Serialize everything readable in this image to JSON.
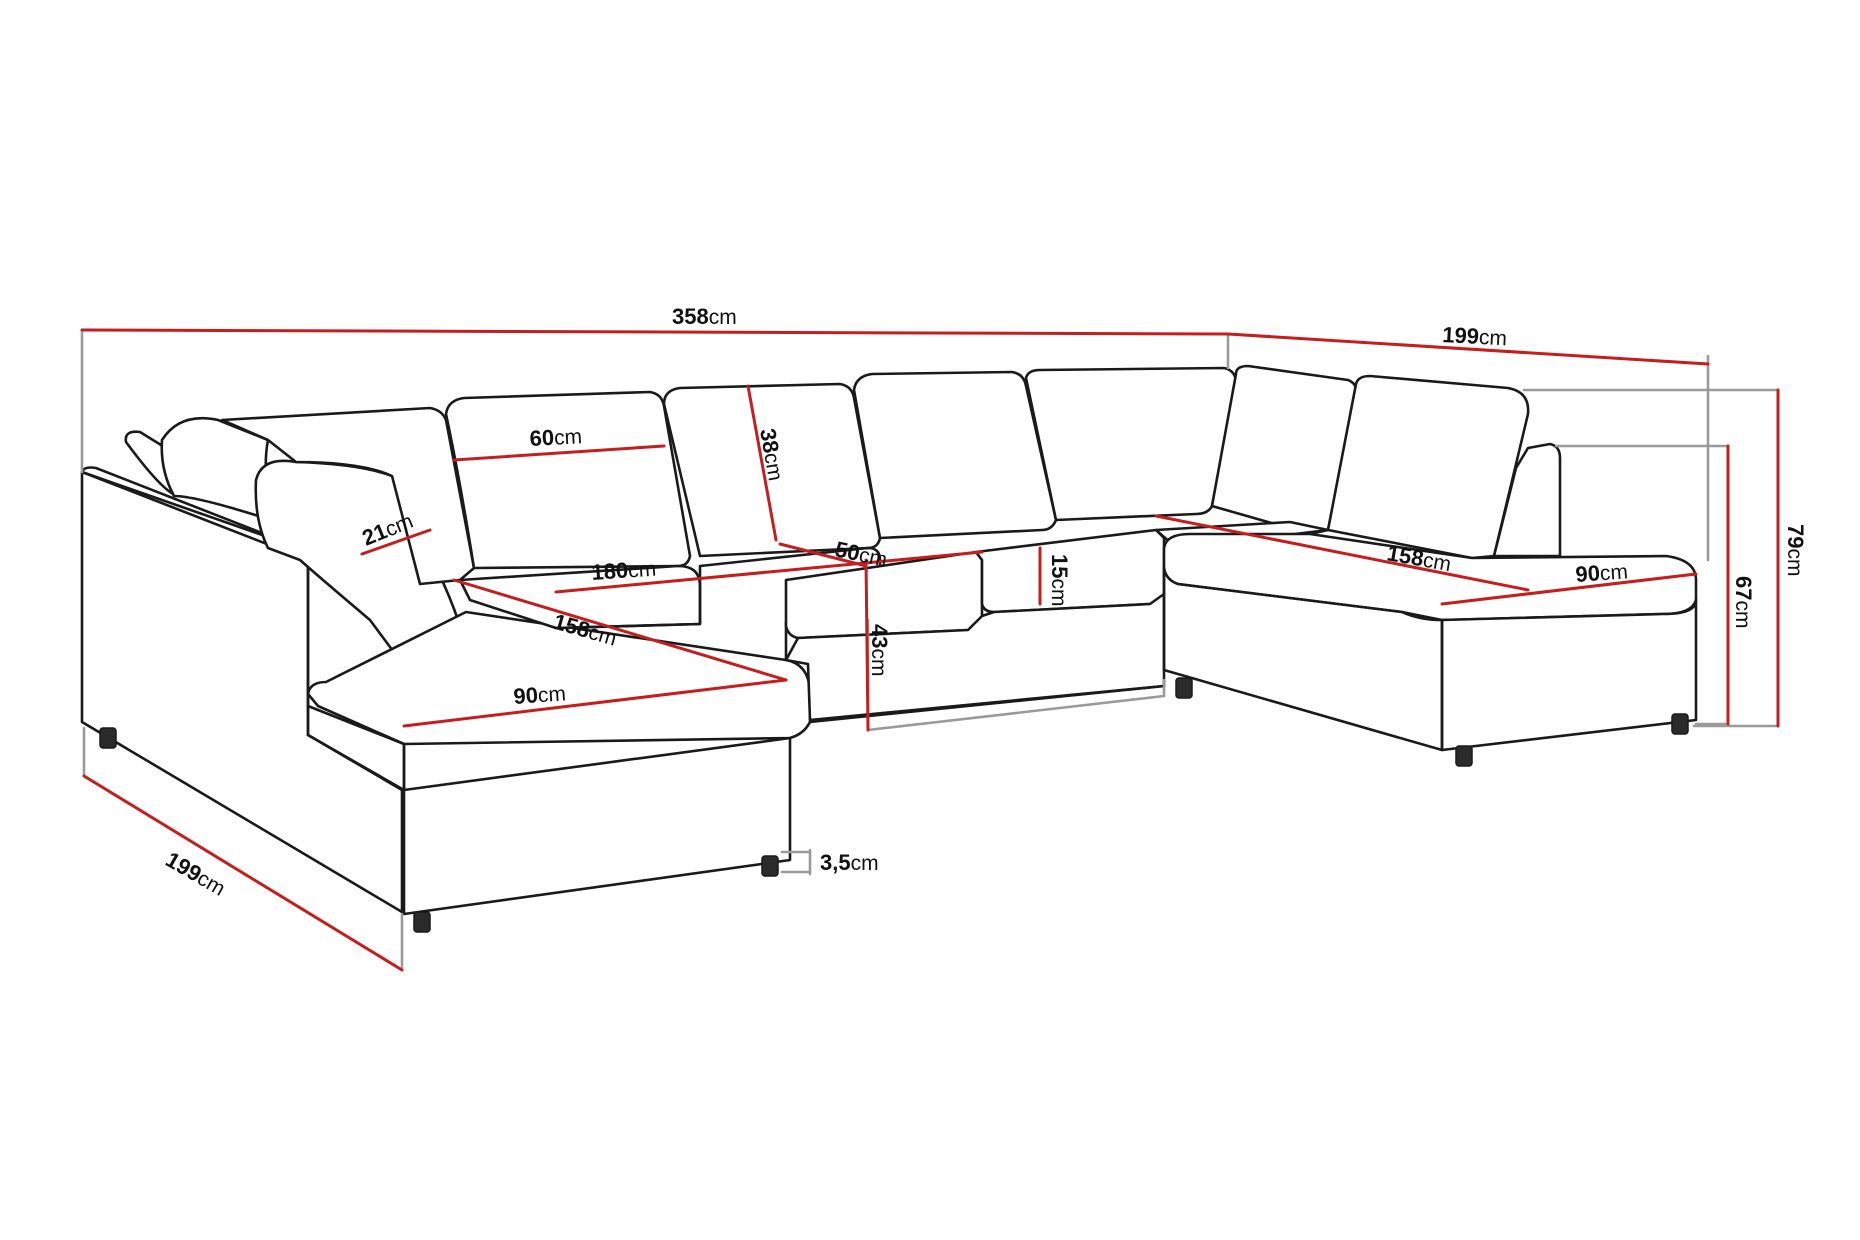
{
  "colors": {
    "dimension_line": "#c41e1e",
    "extension_line": "#9a9a9a",
    "outline": "#1a1a1a",
    "label_text": "#111111",
    "background": "#ffffff"
  },
  "unit": "cm",
  "dimensions": {
    "total_width": {
      "value": "358",
      "unit": "cm"
    },
    "right_depth": {
      "value": "199",
      "unit": "cm"
    },
    "left_depth": {
      "value": "199",
      "unit": "cm"
    },
    "back_cushion_width": {
      "value": "60",
      "unit": "cm"
    },
    "back_cushion_height": {
      "value": "38",
      "unit": "cm"
    },
    "armrest_width": {
      "value": "21",
      "unit": "cm"
    },
    "seat_width": {
      "value": "180",
      "unit": "cm"
    },
    "seat_depth": {
      "value": "50",
      "unit": "cm"
    },
    "seat_cushion_thickness": {
      "value": "15",
      "unit": "cm"
    },
    "left_chaise_length": {
      "value": "158",
      "unit": "cm"
    },
    "left_chaise_width": {
      "value": "90",
      "unit": "cm"
    },
    "right_chaise_length": {
      "value": "158",
      "unit": "cm"
    },
    "right_chaise_width": {
      "value": "90",
      "unit": "cm"
    },
    "seat_height": {
      "value": "43",
      "unit": "cm"
    },
    "armrest_height": {
      "value": "67",
      "unit": "cm"
    },
    "total_height": {
      "value": "79",
      "unit": "cm"
    },
    "leg_height": {
      "value": "3,5",
      "unit": "cm"
    }
  }
}
